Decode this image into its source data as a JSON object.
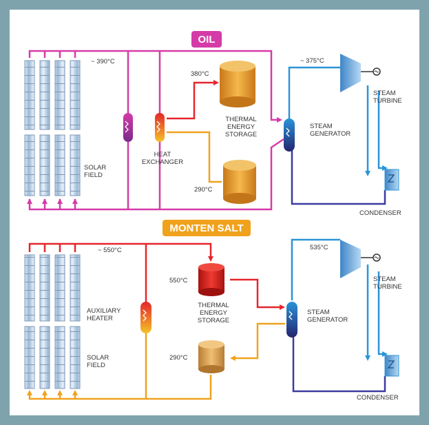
{
  "colors": {
    "oil": "#d43ba8",
    "salt": "#f0a21d",
    "hot": "#e5252b",
    "water": "#2a94d8",
    "condensate": "#3b3aa0",
    "tank_orange": "#e3a02b",
    "tank_red": "#d41d1f",
    "tank_tan": "#dfa34f"
  },
  "oil_section": {
    "title": "OIL",
    "field_temp": "~ 390°C",
    "hot_tank_temp": "380°C",
    "cold_tank_temp": "290°C",
    "storage_label": [
      "THERMAL",
      "ENERGY",
      "STORAGE"
    ],
    "exchanger_label": [
      "HEAT",
      "EXCHANGER"
    ],
    "field_label": [
      "SOLAR",
      "FIELD"
    ],
    "steam_temp": "~ 375°C",
    "turbine_label": [
      "STEAM",
      "TURBINE"
    ],
    "generator_label": [
      "STEAM",
      "GENERATOR"
    ],
    "condenser_label": "CONDENSER"
  },
  "salt_section": {
    "title": "MONTEN SALT",
    "field_temp": "~ 550°C",
    "hot_tank_temp": "550°C",
    "cold_tank_temp": "290°C",
    "storage_label": [
      "THERMAL",
      "ENERGY",
      "STORAGE"
    ],
    "heater_label": [
      "AUXILIARY",
      "HEATER"
    ],
    "field_label": [
      "SOLAR",
      "FIELD"
    ],
    "steam_temp": "535°C",
    "turbine_label": [
      "STEAM",
      "TURBINE"
    ],
    "generator_label": [
      "STEAM",
      "GENERATOR"
    ],
    "condenser_label": "CONDENSER"
  }
}
